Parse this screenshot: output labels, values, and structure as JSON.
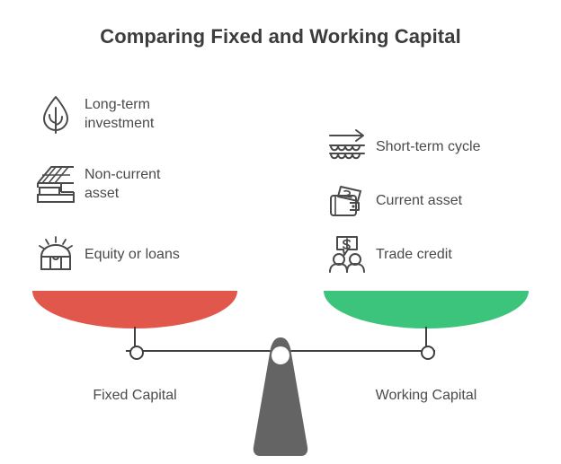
{
  "title": "Comparing Fixed and Working Capital",
  "colors": {
    "fixed_pan": "#E2574C",
    "working_pan": "#3CC47C",
    "fulcrum": "#646464",
    "text": "#4A4A4A",
    "title": "#3C3C3C",
    "background": "#FFFFFF"
  },
  "left": {
    "caption": "Fixed Capital",
    "items": [
      {
        "icon": "sprout-leaf-icon",
        "label": "Long-term\ninvestment"
      },
      {
        "icon": "house-bricks-icon",
        "label": "Non-current\nasset"
      },
      {
        "icon": "treasure-chest-icon",
        "label": "Equity or loans"
      }
    ]
  },
  "right": {
    "caption": "Working Capital",
    "items": [
      {
        "icon": "arrow-waves-icon",
        "label": "Short-term cycle"
      },
      {
        "icon": "wallet-cash-icon",
        "label": "Current asset"
      },
      {
        "icon": "people-dollar-speech-icon",
        "label": "Trade credit"
      }
    ]
  }
}
